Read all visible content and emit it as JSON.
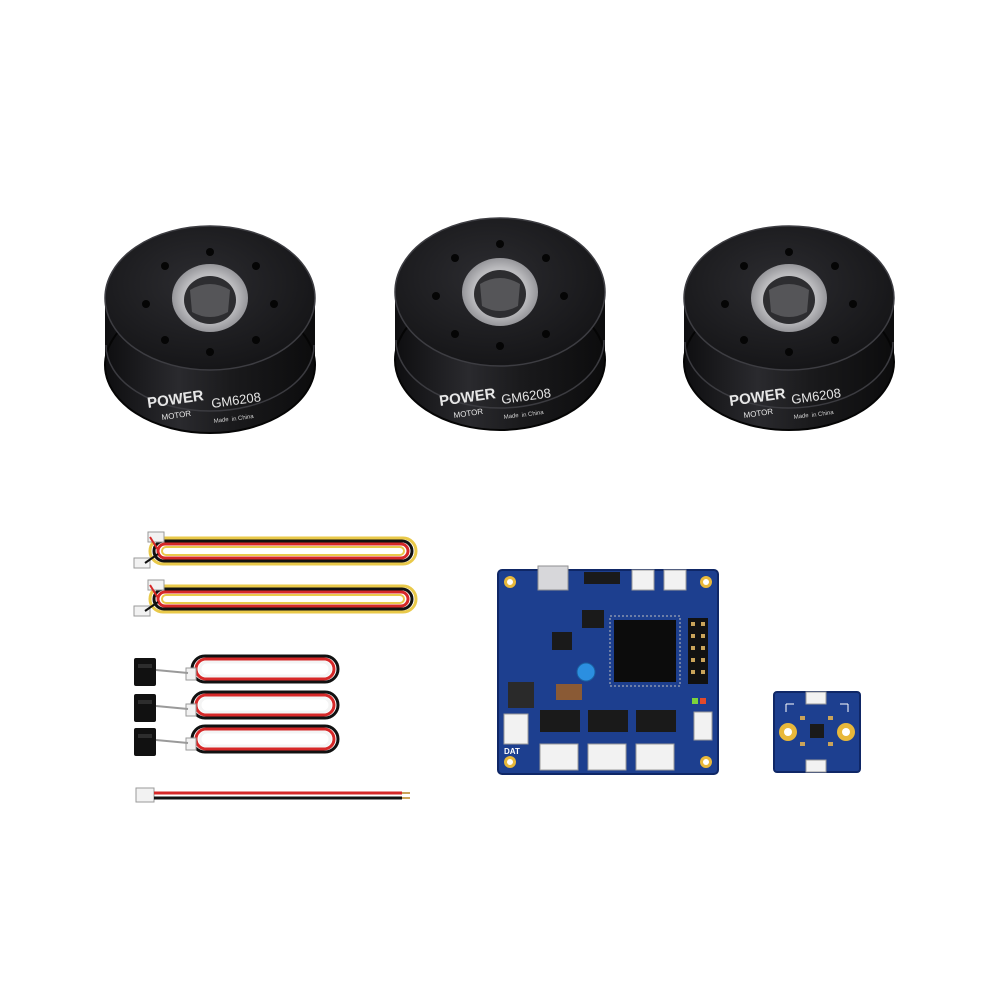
{
  "motors": {
    "brand_top": "POWER",
    "brand_bottom": "MOTOR",
    "model": "GM6208",
    "origin_made": "Made",
    "origin_in_china": "in China"
  },
  "controller_board": {
    "dat_label": "DAT"
  },
  "colors": {
    "motor_body": "#1b1b1d",
    "motor_highlight": "#3a3a3e",
    "bearing": "#c9c9cc",
    "pcb_blue": "#1d3f8f",
    "wire_red": "#d62828",
    "wire_black": "#111111",
    "wire_yellow": "#e9c94a",
    "wire_white": "#f4f4f4",
    "connector_white": "#f2f2f2",
    "gold_pad": "#e8b83a"
  }
}
